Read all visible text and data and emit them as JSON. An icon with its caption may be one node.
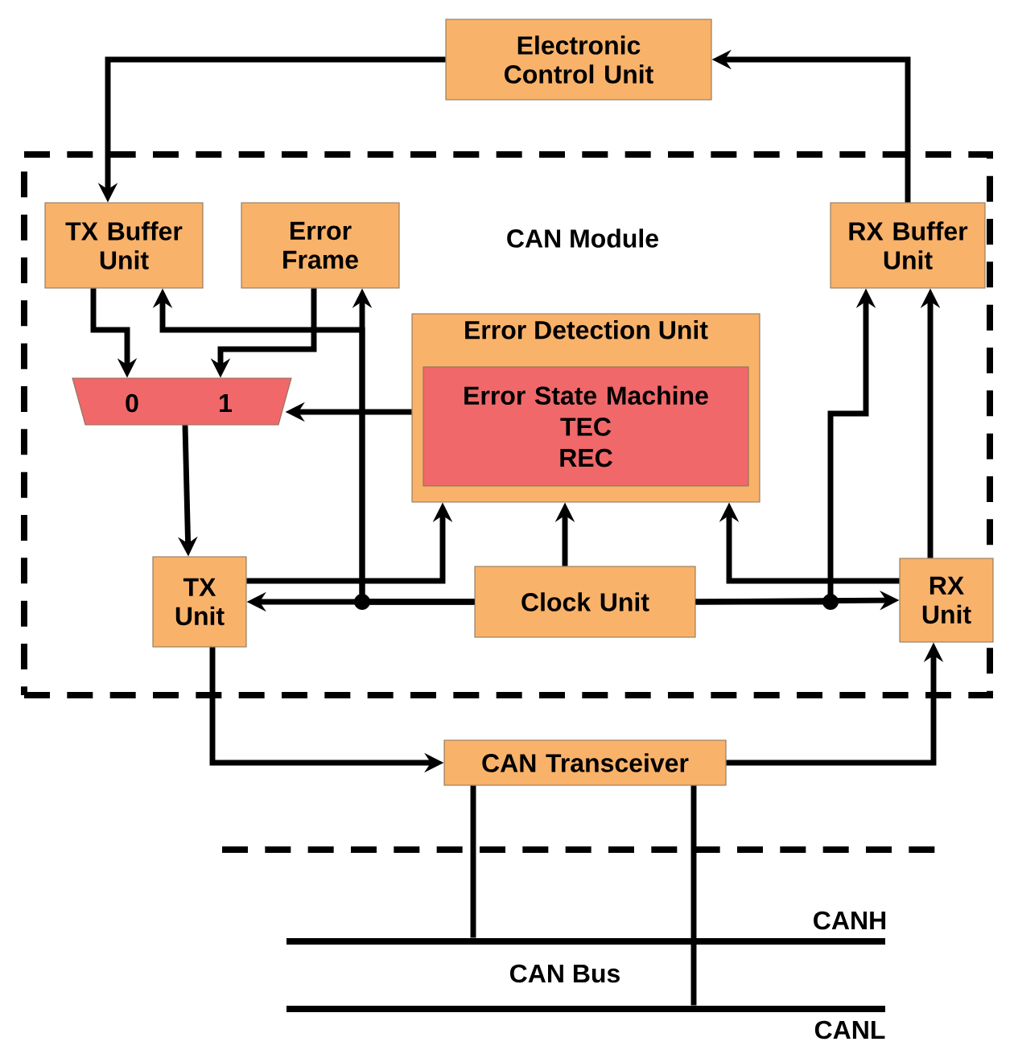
{
  "diagram": {
    "nodes": [
      {
        "text": [
          "Electronic Control Unit"
        ]
      },
      {
        "text": [
          "CAN Module"
        ]
      },
      {
        "text": [
          "TX Buffer Unit"
        ],
        "in": 1
      },
      {
        "text": [
          "Error Frame"
        ],
        "in": 1
      },
      {
        "text": [
          "RX Buffer Unit"
        ],
        "in": 1
      },
      {
        "text": [
          "0",
          "1"
        ],
        "in": 1
      },
      {
        "text": [
          "Error Detection Unit"
        ],
        "in": 1
      },
      {
        "text": [
          "Error State Machine",
          "TEC",
          "REC"
        ],
        "in": 6
      },
      {
        "text": [
          "TX Unit"
        ],
        "in": 1
      },
      {
        "text": [
          "Clock Unit"
        ],
        "in": 1
      },
      {
        "text": [
          "RX Unit"
        ],
        "in": 1
      },
      {
        "text": [
          "CAN Transceiver"
        ]
      },
      {
        "text": [],
        "shape": "bar"
      },
      {
        "text": [],
        "shape": "bar"
      }
    ],
    "edges": [
      {
        "from": 0,
        "to": 2,
        "arrow": "to"
      },
      {
        "from": 4,
        "to": 0,
        "arrow": "to"
      },
      {
        "from": 2,
        "to": 5,
        "arrow": "to"
      },
      {
        "from": 3,
        "to": 5,
        "arrow": "to"
      },
      {
        "from": 6,
        "to": 5,
        "arrow": "to"
      },
      {
        "from": 5,
        "to": 8,
        "arrow": "to"
      },
      {
        "from": 8,
        "to": 6,
        "arrow": "to"
      },
      {
        "from": 9,
        "to": 8,
        "arrow": "to"
      },
      {
        "from": 9,
        "to": 3,
        "arrow": "to"
      },
      {
        "from": 9,
        "to": 2,
        "arrow": "to"
      },
      {
        "from": 9,
        "to": 6,
        "arrow": "to"
      },
      {
        "from": 10,
        "to": 6,
        "arrow": "to"
      },
      {
        "from": 9,
        "to": 10,
        "arrow": "to"
      },
      {
        "from": 9,
        "to": 4,
        "arrow": "to"
      },
      {
        "from": 10,
        "to": 4,
        "arrow": "to"
      },
      {
        "from": 8,
        "to": 11,
        "arrow": "to"
      },
      {
        "from": 11,
        "to": 10,
        "arrow": "to"
      },
      {
        "from": 11,
        "to": 12,
        "arrow": "none"
      },
      {
        "from": 11,
        "to": 13,
        "arrow": "none"
      }
    ],
    "labels": [
      "CANH",
      "CAN Bus",
      "CANL"
    ]
  }
}
